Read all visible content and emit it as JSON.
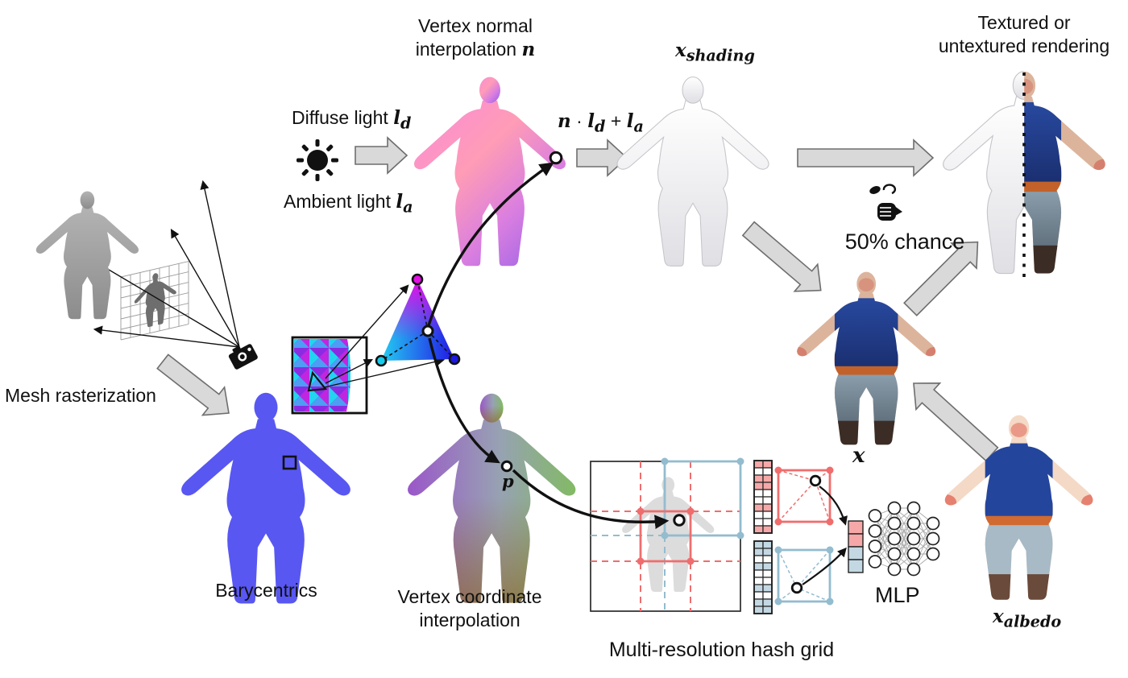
{
  "colors": {
    "bg": "#ffffff",
    "text": "#111111",
    "arrow-fill": "#d9d9d9",
    "arrow-stroke": "#6e6e6e",
    "blue-body": "#5857f2",
    "red-grid": "#f06d6d",
    "blue-grid": "#93bccf",
    "pink-cell": "#f6a8a8",
    "blue-cell": "#c3d8e3",
    "tri-magenta": "#e510e5",
    "tri-cyan": "#17cdec",
    "tri-blue": "#1d17e2"
  },
  "labels": {
    "vertex_normal_1": "Vertex normal",
    "vertex_normal_2": "interpolation",
    "diffuse": "Diffuse light",
    "ambient": "Ambient light",
    "textured_1": "Textured or",
    "textured_2": "untextured rendering",
    "chance": "50% chance",
    "mesh_rasterization": "Mesh rasterization",
    "barycentrics": "Barycentrics",
    "vertex_coord_1": "Vertex coordinate",
    "vertex_coord_2": "interpolation",
    "hash_grid": "Multi-resolution hash grid",
    "mlp": "MLP"
  },
  "math": {
    "n": "n",
    "l": "l",
    "x": "x",
    "p": "p",
    "sub_d": "d",
    "sub_a": "a",
    "sub_shading": "shading",
    "sub_albedo": "albedo",
    "dot": "·",
    "plus": "+"
  },
  "icons": {
    "sun": "sun-icon",
    "camera": "camera-icon",
    "coin_flip": "coin-flip-icon"
  },
  "mlp_network": {
    "layers": [
      4,
      5,
      5,
      3
    ]
  },
  "hash_grid_data": {
    "feature_rows_total": 10,
    "red_feature_rows": [
      0,
      2,
      3,
      6,
      9
    ],
    "blue_feature_rows": [
      0,
      1,
      3,
      6,
      8,
      9
    ],
    "concat_cells": [
      "red",
      "red",
      "blue",
      "blue"
    ]
  }
}
